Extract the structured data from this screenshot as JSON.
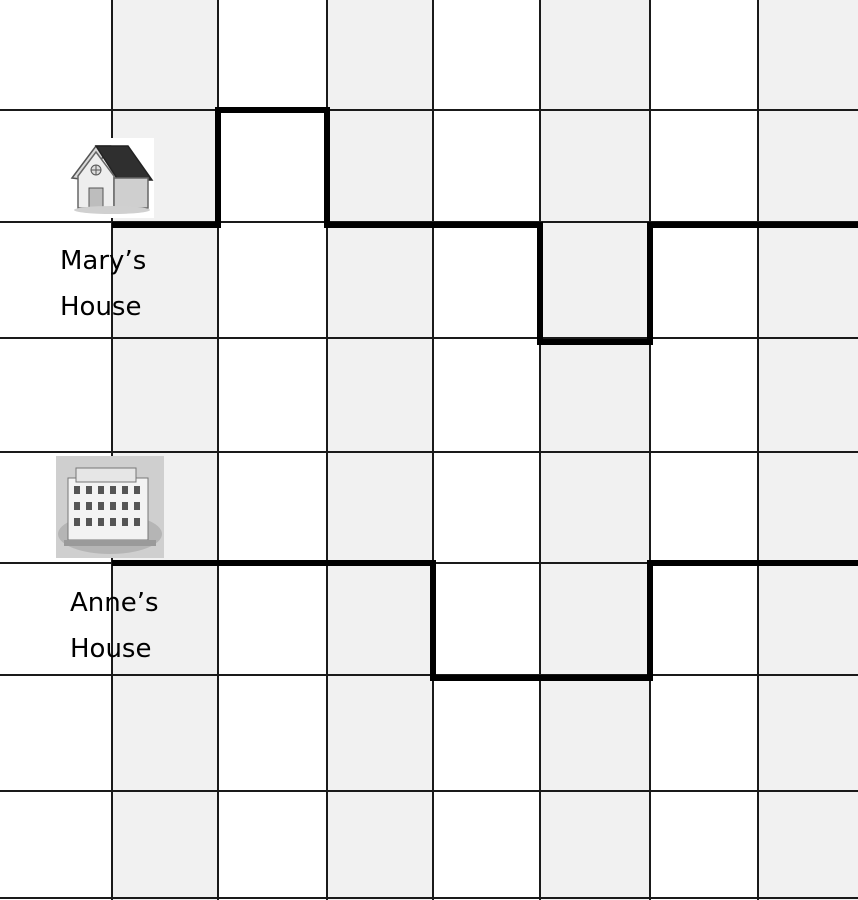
{
  "grid": {
    "rows": 8,
    "cols": 8,
    "colors": {
      "light": "#ffffff",
      "shaded": "#f1f1f1",
      "line": "#1a1a1a",
      "path": "#000000"
    }
  },
  "houses": [
    {
      "label_line1": "Mary’s",
      "label_line2": "House",
      "icon": "house-icon"
    },
    {
      "label_line1": "Anne’s",
      "label_line2": "House",
      "icon": "apartment-building-icon"
    }
  ]
}
